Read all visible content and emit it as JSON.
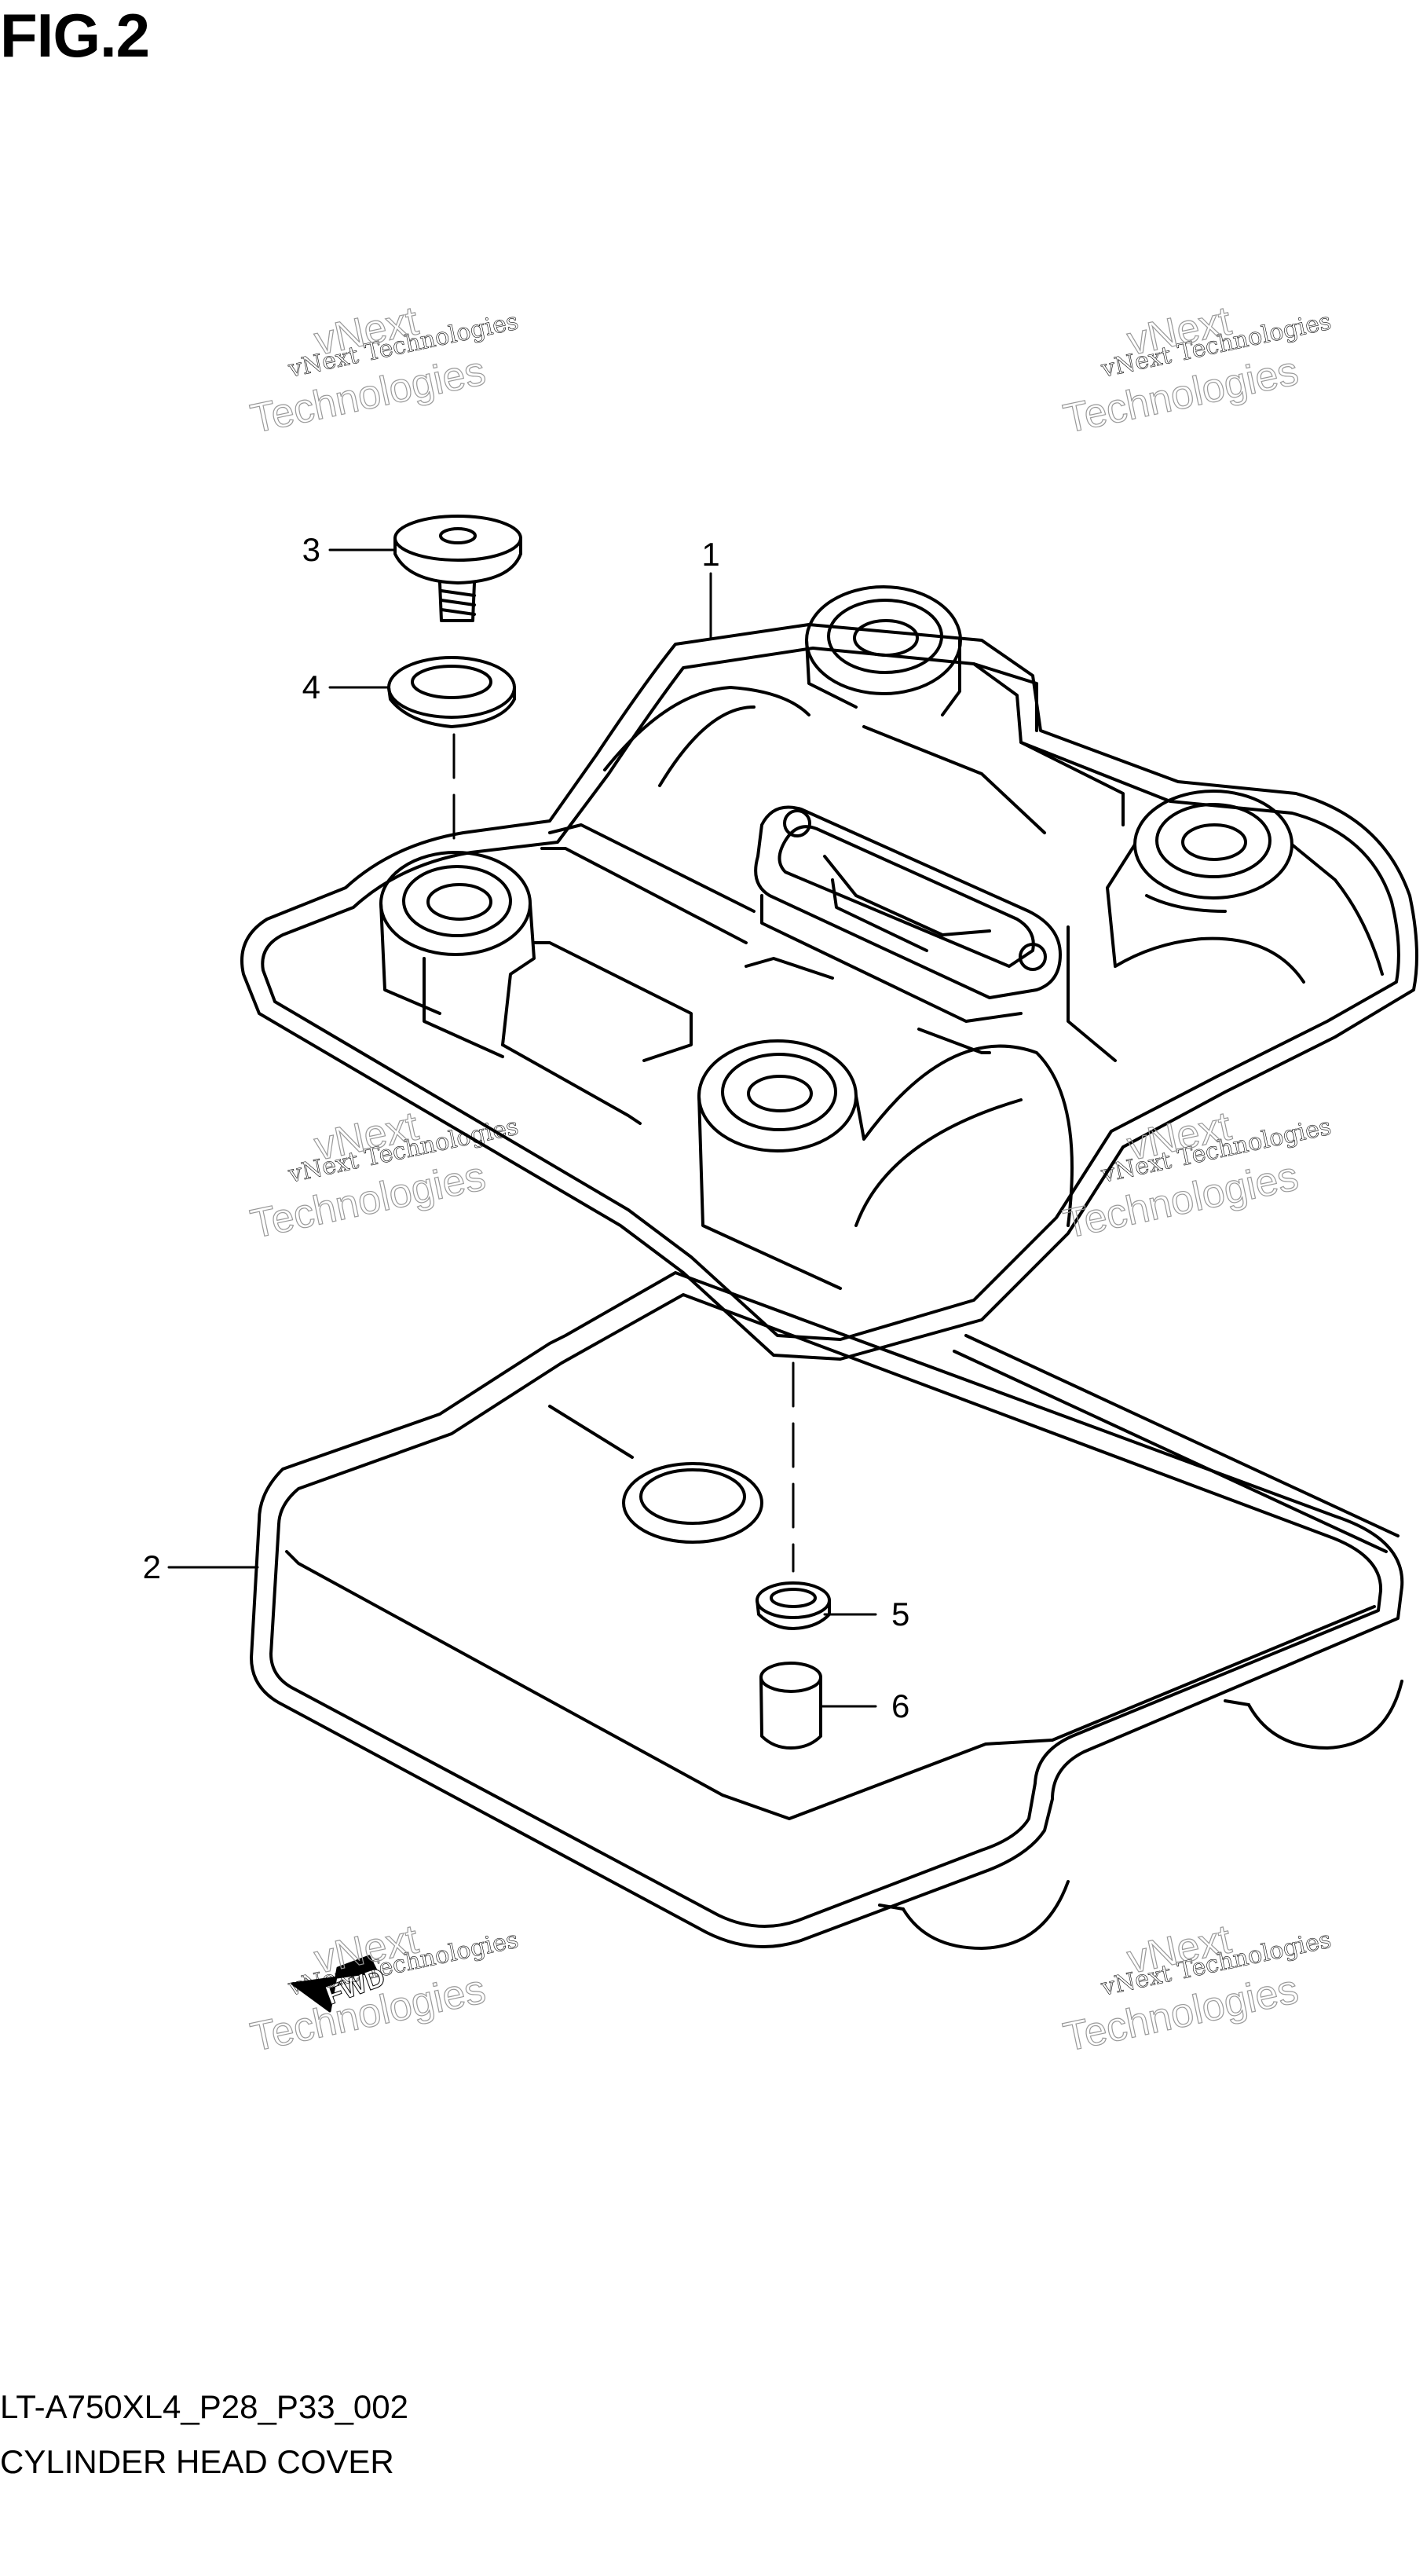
{
  "figure": {
    "title": "FIG.2",
    "code": "LT-A750XL4_P28_P33_002",
    "name": "CYLINDER HEAD COVER"
  },
  "watermark": {
    "line1": "vNext Technologies",
    "line2": "vNext",
    "line3": "Technologies"
  },
  "callouts": [
    {
      "number": "1",
      "part": "cylinder-head-cover"
    },
    {
      "number": "2",
      "part": "cover-gasket"
    },
    {
      "number": "3",
      "part": "bolt"
    },
    {
      "number": "4",
      "part": "washer"
    },
    {
      "number": "5",
      "part": "o-ring"
    },
    {
      "number": "6",
      "part": "dowel-pin"
    }
  ],
  "fwd_label": "FWD"
}
